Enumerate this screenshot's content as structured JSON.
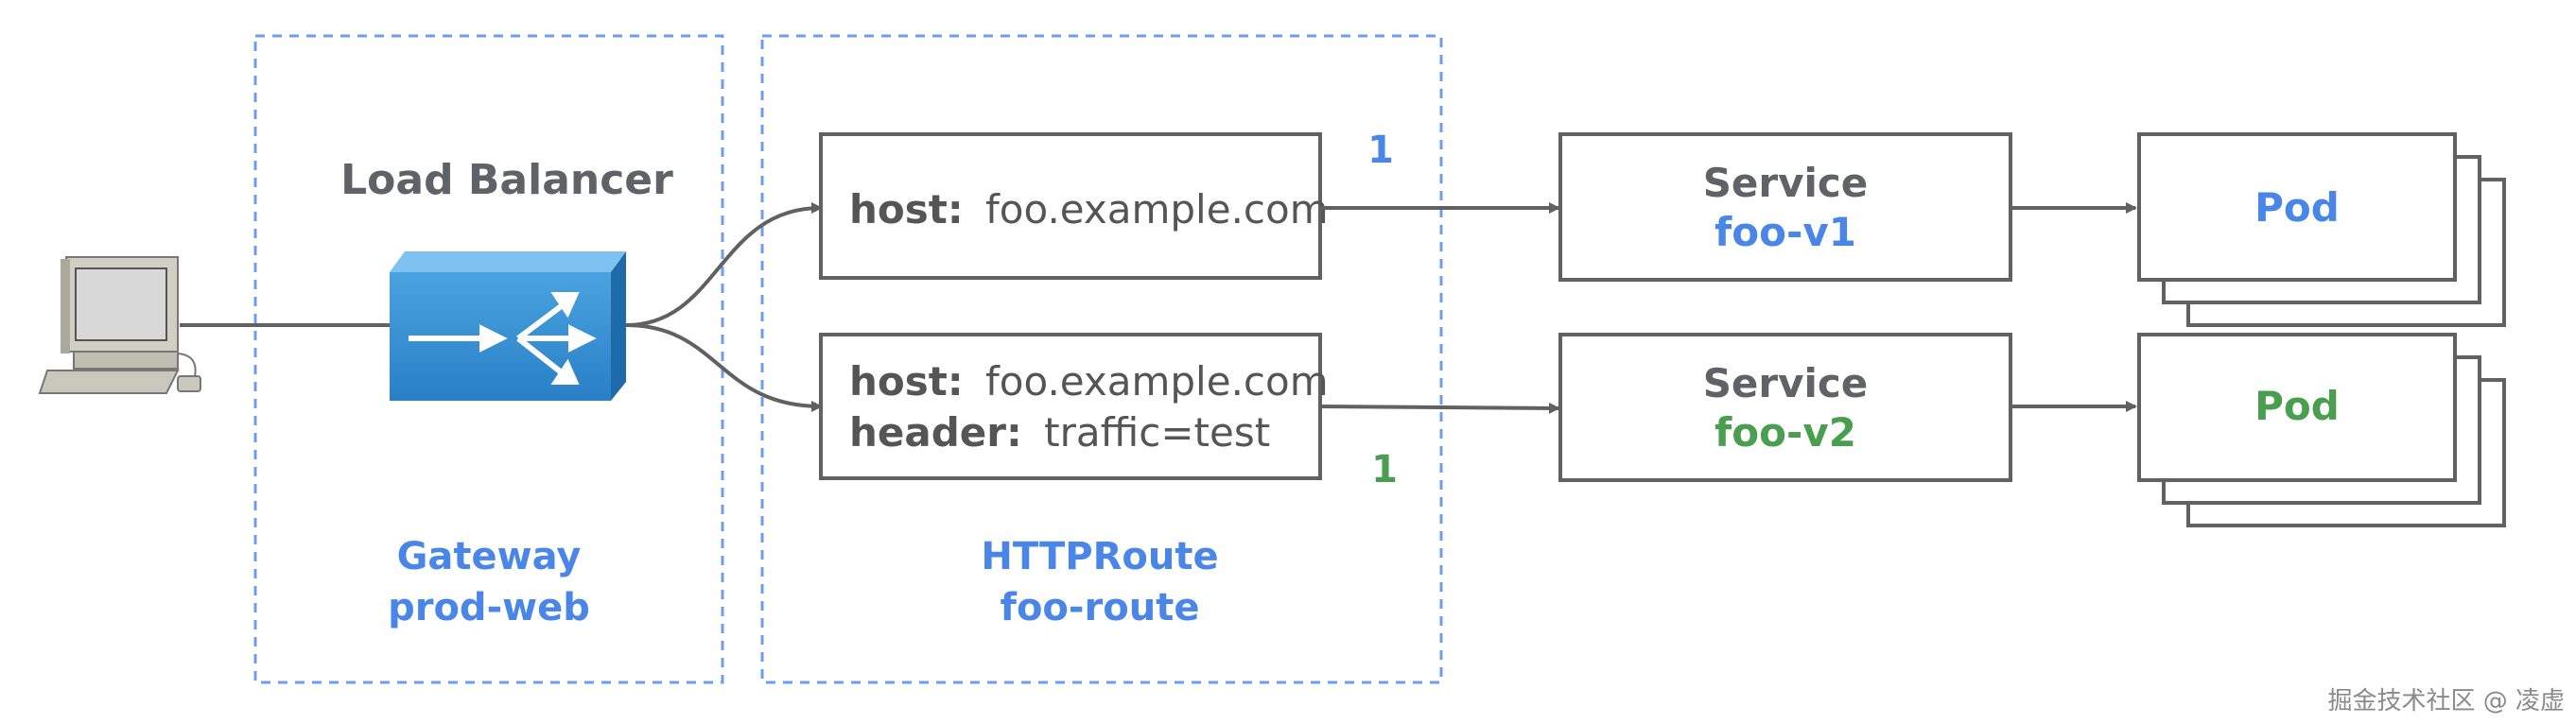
{
  "colors": {
    "blue": "#4a86e8",
    "green": "#4a9e4f",
    "gray_text": "#5f6368",
    "line": "#616161",
    "dashed": "#6d9eeb"
  },
  "gateway_section": {
    "title": "Load Balancer",
    "label_line1": "Gateway",
    "label_line2": "prod-web"
  },
  "route_section": {
    "label_line1": "HTTPRoute",
    "label_line2": "foo-route"
  },
  "rules": [
    {
      "host_key": "host:",
      "host_value": "foo.example.com",
      "weight": "1"
    },
    {
      "host_key": "host:",
      "host_value": "foo.example.com",
      "header_key": "header:",
      "header_value": "traffic=test",
      "weight": "1"
    }
  ],
  "services": [
    {
      "title": "Service",
      "name": "foo-v1",
      "pod_label": "Pod"
    },
    {
      "title": "Service",
      "name": "foo-v2",
      "pod_label": "Pod"
    }
  ],
  "icons": [
    "computer-icon",
    "load-balancer-icon"
  ],
  "watermark": "掘金技术社区 @ 凌虚"
}
